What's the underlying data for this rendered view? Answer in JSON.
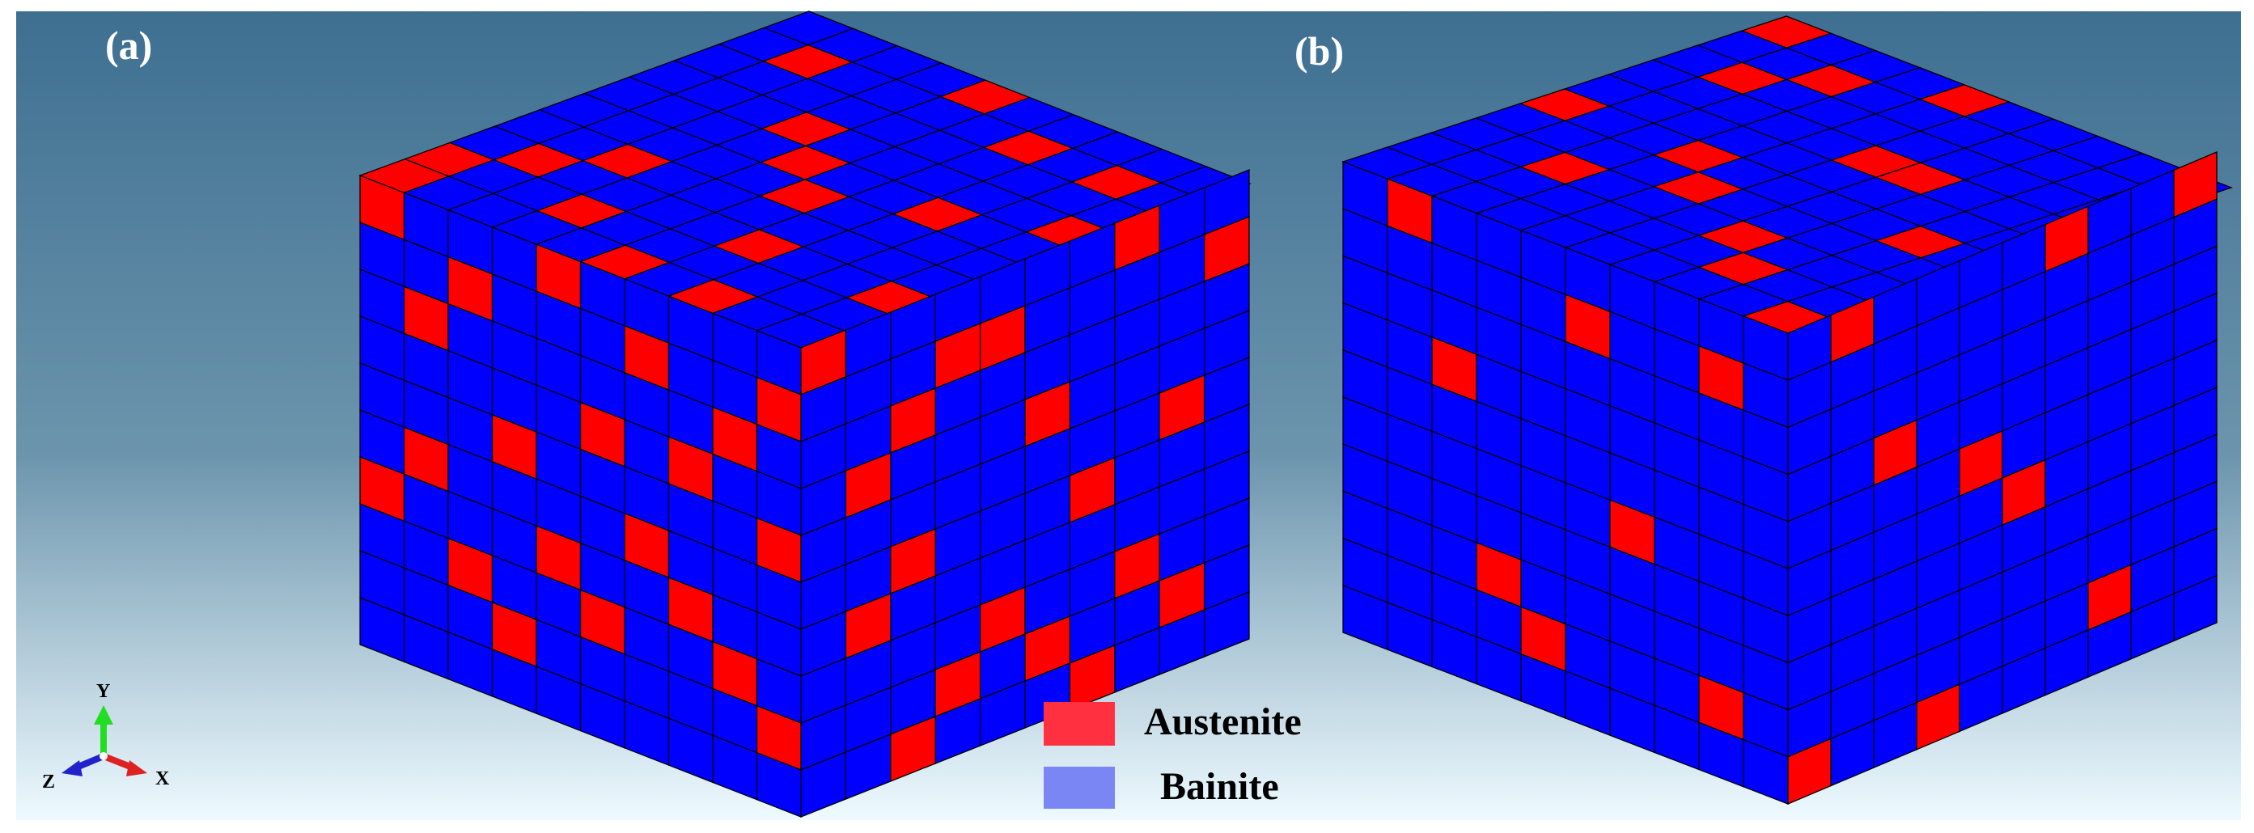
{
  "panels": [
    {
      "label": "(a)",
      "grid_size": 10,
      "austenite_cells": {
        "top": [
          [
            0,
            0
          ],
          [
            0,
            1
          ],
          [
            1,
            2
          ],
          [
            3,
            1
          ],
          [
            4,
            5
          ],
          [
            5,
            0
          ],
          [
            5,
            4
          ],
          [
            2,
            3
          ],
          [
            3,
            6
          ],
          [
            6,
            2
          ],
          [
            7,
            0
          ],
          [
            7,
            5
          ],
          [
            8,
            8
          ],
          [
            9,
            2
          ],
          [
            9,
            6
          ],
          [
            1,
            8
          ],
          [
            6,
            8
          ],
          [
            4,
            9
          ]
        ],
        "front": [
          [
            0,
            0
          ],
          [
            1,
            2
          ],
          [
            2,
            1
          ],
          [
            3,
            4
          ],
          [
            1,
            5
          ],
          [
            4,
            0
          ],
          [
            5,
            3
          ],
          [
            6,
            1
          ],
          [
            7,
            6
          ],
          [
            8,
            2
          ],
          [
            8,
            7
          ],
          [
            9,
            1
          ],
          [
            3,
            8
          ],
          [
            9,
            8
          ],
          [
            5,
            7
          ],
          [
            6,
            5
          ],
          [
            2,
            7
          ],
          [
            4,
            6
          ],
          [
            0,
            6
          ],
          [
            9,
            4
          ],
          [
            7,
            3
          ]
        ],
        "side": [
          [
            0,
            0
          ],
          [
            2,
            5
          ],
          [
            3,
            1
          ],
          [
            2,
            9
          ],
          [
            1,
            6
          ],
          [
            4,
            1
          ],
          [
            5,
            8
          ],
          [
            6,
            5
          ],
          [
            7,
            0
          ],
          [
            9,
            1
          ],
          [
            4,
            7
          ],
          [
            6,
            9
          ],
          [
            8,
            4
          ],
          [
            5,
            3
          ],
          [
            3,
            8
          ],
          [
            2,
            2
          ],
          [
            8,
            8
          ],
          [
            7,
            7
          ],
          [
            1,
            3
          ]
        ]
      }
    },
    {
      "label": "(b)",
      "grid_size": 10,
      "austenite_cells": {
        "top": [
          [
            0,
            4
          ],
          [
            2,
            2
          ],
          [
            4,
            3
          ],
          [
            1,
            7
          ],
          [
            5,
            6
          ],
          [
            7,
            1
          ],
          [
            2,
            8
          ],
          [
            6,
            6
          ],
          [
            8,
            4
          ],
          [
            4,
            9
          ],
          [
            9,
            0
          ],
          [
            3,
            4
          ],
          [
            0,
            9
          ],
          [
            6,
            2
          ]
        ],
        "front": [
          [
            1,
            0
          ],
          [
            2,
            3
          ],
          [
            5,
            1
          ],
          [
            6,
            5
          ],
          [
            8,
            1
          ],
          [
            8,
            8
          ],
          [
            4,
            8
          ],
          [
            3,
            7
          ]
        ],
        "side": [
          [
            0,
            9
          ],
          [
            2,
            3
          ],
          [
            5,
            5
          ],
          [
            1,
            0
          ],
          [
            6,
            0
          ],
          [
            7,
            8
          ],
          [
            3,
            9
          ],
          [
            9,
            0
          ],
          [
            4,
            4
          ]
        ]
      }
    }
  ],
  "legend": {
    "items": [
      {
        "label": "Austenite",
        "color": "#ff3040"
      },
      {
        "label": "Bainite",
        "color": "#7b86f5"
      }
    ]
  },
  "triad": {
    "x_label": "X",
    "y_label": "Y",
    "z_label": "Z"
  },
  "colors": {
    "bainite_fill": "#0000ff",
    "austenite_fill": "#ff0000",
    "cell_edge": "#000000",
    "bg_top": "#3e6f91",
    "bg_mid": "#6c95ad",
    "bg_bottom": "#eefaff"
  }
}
